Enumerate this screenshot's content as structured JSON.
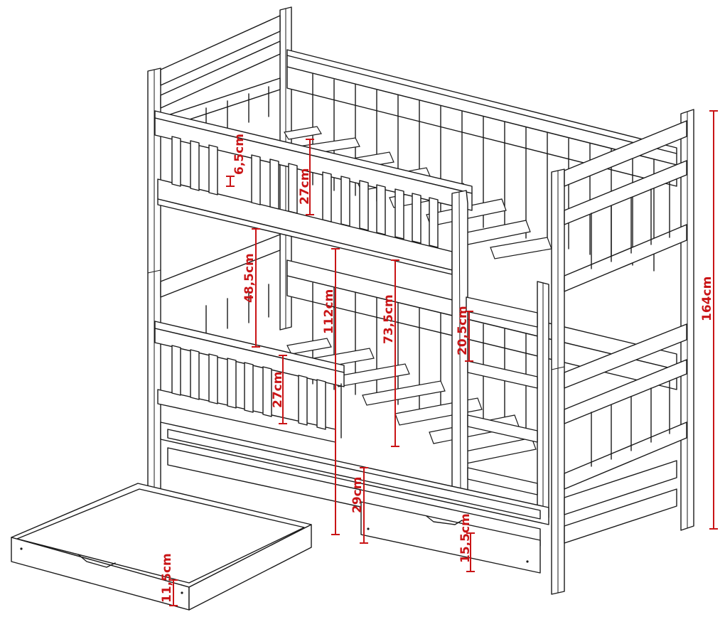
{
  "dimensions": {
    "rail_gap": "6,5cm",
    "upper_rail_height": "27cm",
    "upper_clearance": "48,5cm",
    "lower_to_top_rail": "112cm",
    "ladder_height": "73,5cm",
    "ladder_step": "20,5cm",
    "lower_rail_height": "27cm",
    "floor_to_lower_bed": "29cm",
    "drawer_height": "15,5cm",
    "drawer_depth": "11,5cm",
    "total_height": "164cm"
  },
  "colors": {
    "line": "#1a1a1a",
    "dimension": "#c91416",
    "background": "#ffffff"
  }
}
